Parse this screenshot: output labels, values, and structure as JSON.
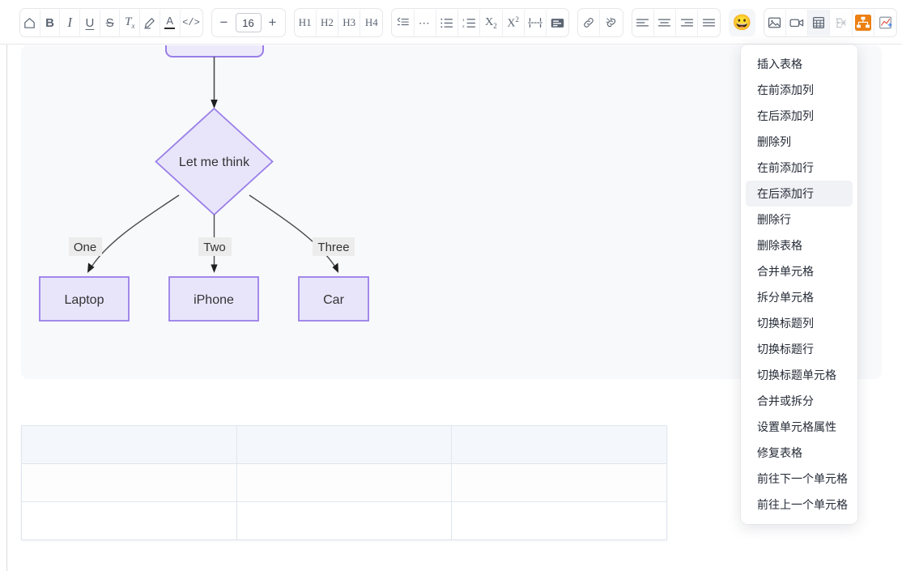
{
  "toolbar": {
    "groups": [
      {
        "name": "format-group",
        "buttons": [
          {
            "name": "home-icon",
            "label": "",
            "icon": "home"
          },
          {
            "name": "bold-button",
            "label": "B",
            "icon": "bold"
          },
          {
            "name": "italic-button",
            "label": "I",
            "icon": "italic"
          },
          {
            "name": "underline-button",
            "label": "U",
            "icon": "underline"
          },
          {
            "name": "strikethrough-button",
            "label": "S",
            "icon": "strike"
          },
          {
            "name": "clear-format-button",
            "label": "Tx",
            "icon": "clear-format"
          },
          {
            "name": "highlight-button",
            "label": "",
            "icon": "marker"
          },
          {
            "name": "font-color-button",
            "label": "A",
            "icon": "font-color"
          },
          {
            "name": "code-inline-button",
            "label": "</>",
            "icon": "code"
          }
        ]
      }
    ],
    "font_size": {
      "decrease": "−",
      "value": "16",
      "increase": "+"
    },
    "headings": [
      "H1",
      "H2",
      "H3",
      "H4"
    ],
    "block_buttons": [
      {
        "name": "blockquote-icon"
      },
      {
        "name": "more-icon"
      },
      {
        "name": "bullet-list-icon"
      },
      {
        "name": "ordered-list-icon"
      },
      {
        "name": "subscript-icon"
      },
      {
        "name": "superscript-icon"
      },
      {
        "name": "horizontal-rule-icon"
      },
      {
        "name": "code-block-icon"
      }
    ],
    "link_buttons": [
      {
        "name": "link-icon"
      },
      {
        "name": "unlink-icon"
      }
    ],
    "align_buttons": [
      {
        "name": "align-left-icon"
      },
      {
        "name": "align-center-icon"
      },
      {
        "name": "align-right-icon"
      },
      {
        "name": "align-justify-icon"
      }
    ],
    "emoji_button": {
      "name": "emoji-icon",
      "glyph": "😀"
    },
    "insert_buttons": [
      {
        "name": "insert-image-icon"
      },
      {
        "name": "insert-video-icon"
      },
      {
        "name": "insert-table-icon"
      },
      {
        "name": "insert-formula-icon"
      },
      {
        "name": "insert-flowchart-icon"
      },
      {
        "name": "insert-chart-icon"
      }
    ]
  },
  "colors": {
    "accent_orange": "#ec8013",
    "node_fill": "#ece9fb",
    "node_stroke": "#9a7ee8",
    "diagram_bg": "#f8f9fb",
    "menu_highlight": "#f1f2f5",
    "table_header_bg": "#f4f8fc",
    "table_border": "#dfe6ee",
    "text_dark": "#252b37",
    "icon_gray": "#5a6472"
  },
  "diagram": {
    "type": "flowchart",
    "nodes": [
      {
        "id": "top",
        "label": "",
        "shape": "rounded-rect",
        "partial": true
      },
      {
        "id": "decision",
        "label": "Let me think",
        "shape": "diamond"
      },
      {
        "id": "laptop",
        "label": "Laptop",
        "shape": "rect"
      },
      {
        "id": "iphone",
        "label": "iPhone",
        "shape": "rect"
      },
      {
        "id": "car",
        "label": "Car",
        "shape": "rect"
      }
    ],
    "edges": [
      {
        "from": "top",
        "to": "decision",
        "label": ""
      },
      {
        "from": "decision",
        "to": "laptop",
        "label": "One"
      },
      {
        "from": "decision",
        "to": "iphone",
        "label": "Two"
      },
      {
        "from": "decision",
        "to": "car",
        "label": "Three"
      }
    ]
  },
  "table": {
    "columns": 3,
    "rows": 3,
    "cells": [
      [
        "",
        "",
        ""
      ],
      [
        "",
        "",
        ""
      ],
      [
        "",
        "",
        ""
      ]
    ]
  },
  "menu": {
    "name": "table-context-menu",
    "items": [
      {
        "label": "插入表格",
        "highlighted": false
      },
      {
        "label": "在前添加列",
        "highlighted": false
      },
      {
        "label": "在后添加列",
        "highlighted": false
      },
      {
        "label": "删除列",
        "highlighted": false
      },
      {
        "label": "在前添加行",
        "highlighted": false
      },
      {
        "label": "在后添加行",
        "highlighted": true
      },
      {
        "label": "删除行",
        "highlighted": false
      },
      {
        "label": "删除表格",
        "highlighted": false
      },
      {
        "label": "合并单元格",
        "highlighted": false
      },
      {
        "label": "拆分单元格",
        "highlighted": false
      },
      {
        "label": "切换标题列",
        "highlighted": false
      },
      {
        "label": "切换标题行",
        "highlighted": false
      },
      {
        "label": "切换标题单元格",
        "highlighted": false
      },
      {
        "label": "合并或拆分",
        "highlighted": false
      },
      {
        "label": "设置单元格属性",
        "highlighted": false
      },
      {
        "label": "修复表格",
        "highlighted": false
      },
      {
        "label": "前往下一个单元格",
        "highlighted": false
      },
      {
        "label": "前往上一个单元格",
        "highlighted": false
      }
    ]
  }
}
